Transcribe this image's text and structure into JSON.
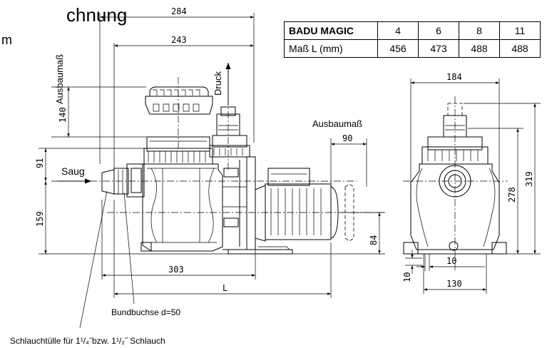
{
  "title_fragment": "chnung",
  "subtitle_fragment": "m",
  "table": {
    "header": "BADU MAGIC",
    "sizes": [
      "4",
      "6",
      "8",
      "11"
    ],
    "row_label": "Maß L (mm)",
    "lengths": [
      "456",
      "473",
      "488",
      "488"
    ]
  },
  "dims": {
    "d284": "284",
    "d243": "243",
    "d140": "140",
    "d91": "91",
    "d159": "159",
    "d303": "303",
    "dL": "L",
    "d90": "90",
    "d84": "84",
    "d184": "184",
    "d278": "278",
    "d319": "319",
    "d10a": "10",
    "d10b": "10",
    "d130": "130"
  },
  "labels": {
    "ausbaumass_vertical": "Ausbaumaß",
    "ausbaumass": "Ausbaumaß",
    "druck": "Druck",
    "saug": "Saug",
    "bundbuchse": "Bundbuchse d=50",
    "schlauchtuelle": "Schlauchtülle für 1¹/₄˝bzw. 1¹/₂˝ Schlauch"
  }
}
